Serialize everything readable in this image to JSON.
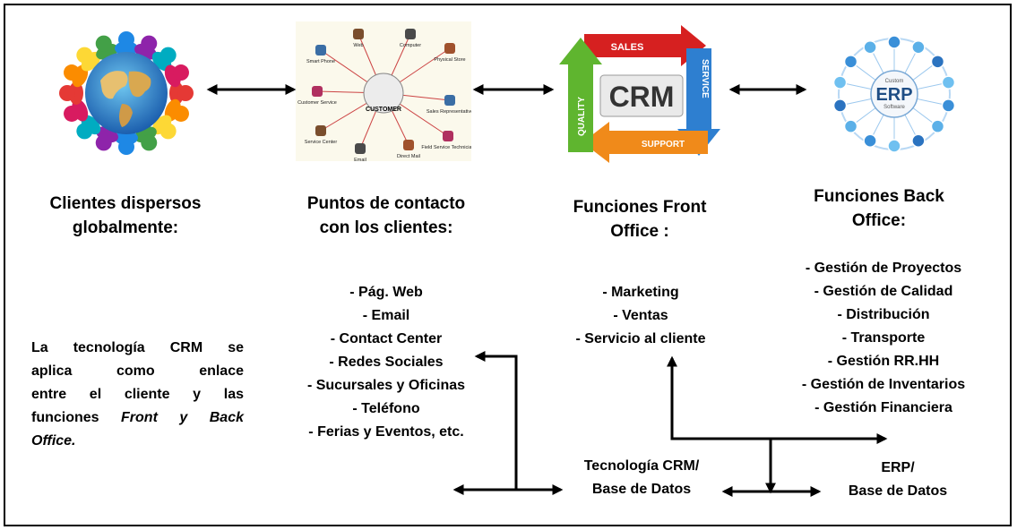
{
  "columns": [
    {
      "heading": [
        "Clientes dispersos",
        "globalmente:"
      ],
      "items": []
    },
    {
      "heading": [
        "Puntos de contacto",
        "con los clientes:"
      ],
      "items": [
        "- Pág. Web",
        "- Email",
        "- Contact Center",
        "- Redes Sociales",
        "- Sucursales y Oficinas",
        "- Teléfono",
        "- Ferias y Eventos, etc."
      ]
    },
    {
      "heading": [
        "Funciones Front",
        "Office :"
      ],
      "items": [
        "- Marketing",
        "- Ventas",
        "- Servicio al cliente"
      ]
    },
    {
      "heading": [
        "Funciones Back",
        "Office:"
      ],
      "items": [
        "-  Gestión de Proyectos",
        "- Gestión de Calidad",
        "- Distribución",
        "- Transporte",
        "- Gestión RR.HH",
        "- Gestión de Inventarios",
        "- Gestión Financiera"
      ]
    }
  ],
  "note": {
    "lines": [
      "La tecnología CRM se",
      "aplica como enlace",
      "entre el cliente y las"
    ],
    "line4_prefix": "funciones",
    "line4_italic": "Front y Back",
    "line5_italic": "Office."
  },
  "crm_db": [
    "Tecnología CRM/",
    "Base de Datos"
  ],
  "erp_db": [
    "ERP/",
    "Base de Datos"
  ],
  "images": {
    "contact": {
      "center": "CUSTOMER",
      "labels": [
        "Smart Phone",
        "Web",
        "Computer",
        "Physical Store",
        "Customer Service",
        "Sales Representative",
        "Service Center",
        "Email",
        "Direct Mail",
        "Field Service Technician"
      ]
    },
    "crm": {
      "center": "CRM",
      "sales": "SALES",
      "service": "SERVICE",
      "support": "SUPPORT",
      "quality": "QUALITY"
    },
    "erp": {
      "line1": "Custom",
      "line2": "ERP",
      "line3": "Software"
    }
  },
  "colors": {
    "sales": "#d62020",
    "service": "#2e7fd0",
    "support": "#f08a1a",
    "quality": "#5fb52f",
    "erp_blue": "#3a8fd8"
  }
}
